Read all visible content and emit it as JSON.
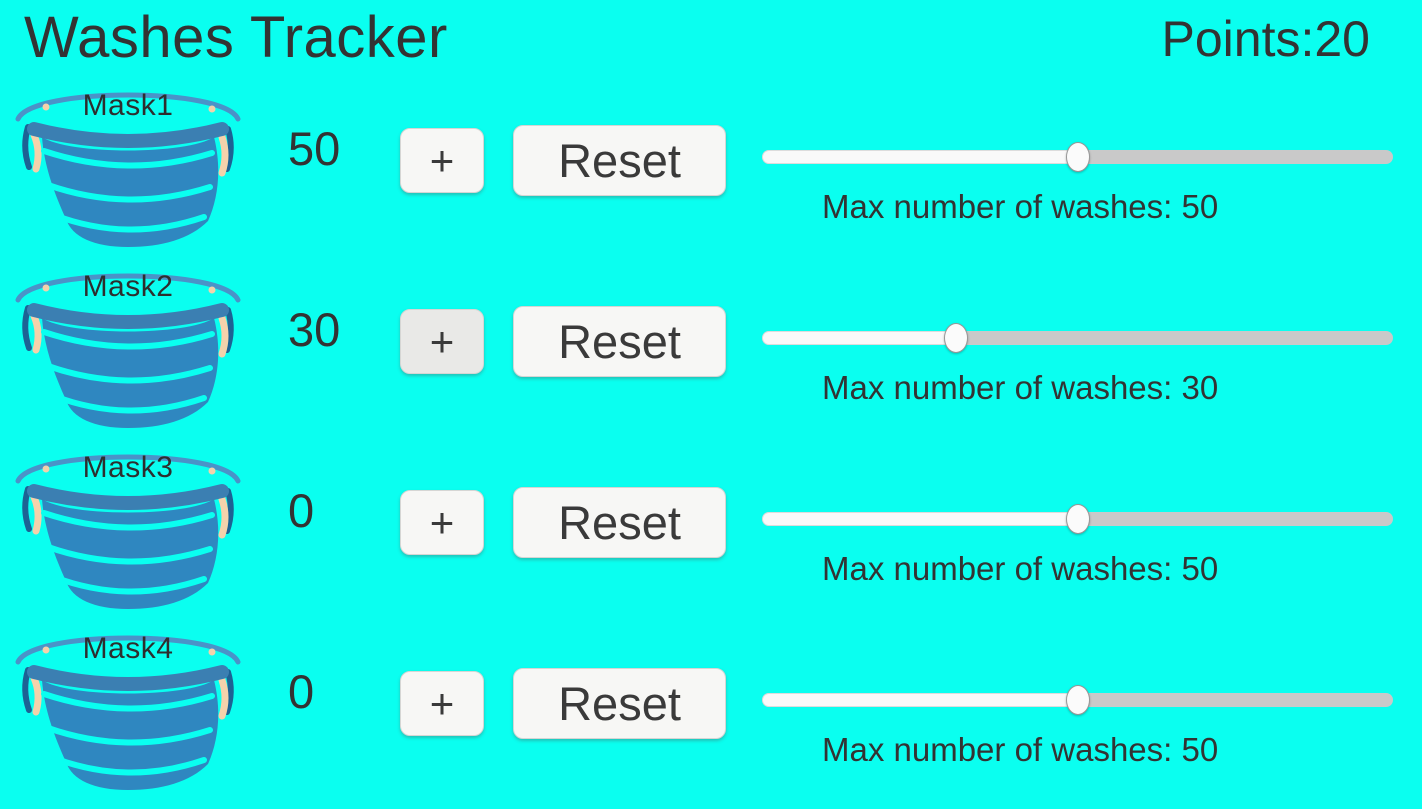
{
  "app": {
    "title": "Washes Tracker",
    "points_label": "Points:",
    "points_value": "20"
  },
  "colors": {
    "background": "#0afff0",
    "text": "#333333",
    "mask_body": "#2f87c0",
    "mask_band": "#3b7fb2",
    "mask_strap_arc": "#4a93c8",
    "mask_dark_accent": "#1d6294",
    "mask_skin": "#f4d2ab",
    "button_bg": "#f7f7f5",
    "button_bg_pressed": "#e9e9e7",
    "slider_fill": "#f9f9f9",
    "slider_track": "#c9c9c9"
  },
  "rows": [
    {
      "label": "Mask1",
      "count": "50",
      "plus_label": "+",
      "plus_state": "normal",
      "reset_label": "Reset",
      "slider": {
        "min": 0,
        "max": 100,
        "value": 50
      },
      "max_label": "Max number of washes: 50"
    },
    {
      "label": "Mask2",
      "count": "30",
      "plus_label": "+",
      "plus_state": "pressed",
      "reset_label": "Reset",
      "slider": {
        "min": 0,
        "max": 100,
        "value": 30
      },
      "max_label": "Max number of washes: 30"
    },
    {
      "label": "Mask3",
      "count": "0",
      "plus_label": "+",
      "plus_state": "normal",
      "reset_label": "Reset",
      "slider": {
        "min": 0,
        "max": 100,
        "value": 50
      },
      "max_label": "Max number of washes: 50"
    },
    {
      "label": "Mask4",
      "count": "0",
      "plus_label": "+",
      "plus_state": "normal",
      "reset_label": "Reset",
      "slider": {
        "min": 0,
        "max": 100,
        "value": 50
      },
      "max_label": "Max number of washes: 50"
    }
  ]
}
